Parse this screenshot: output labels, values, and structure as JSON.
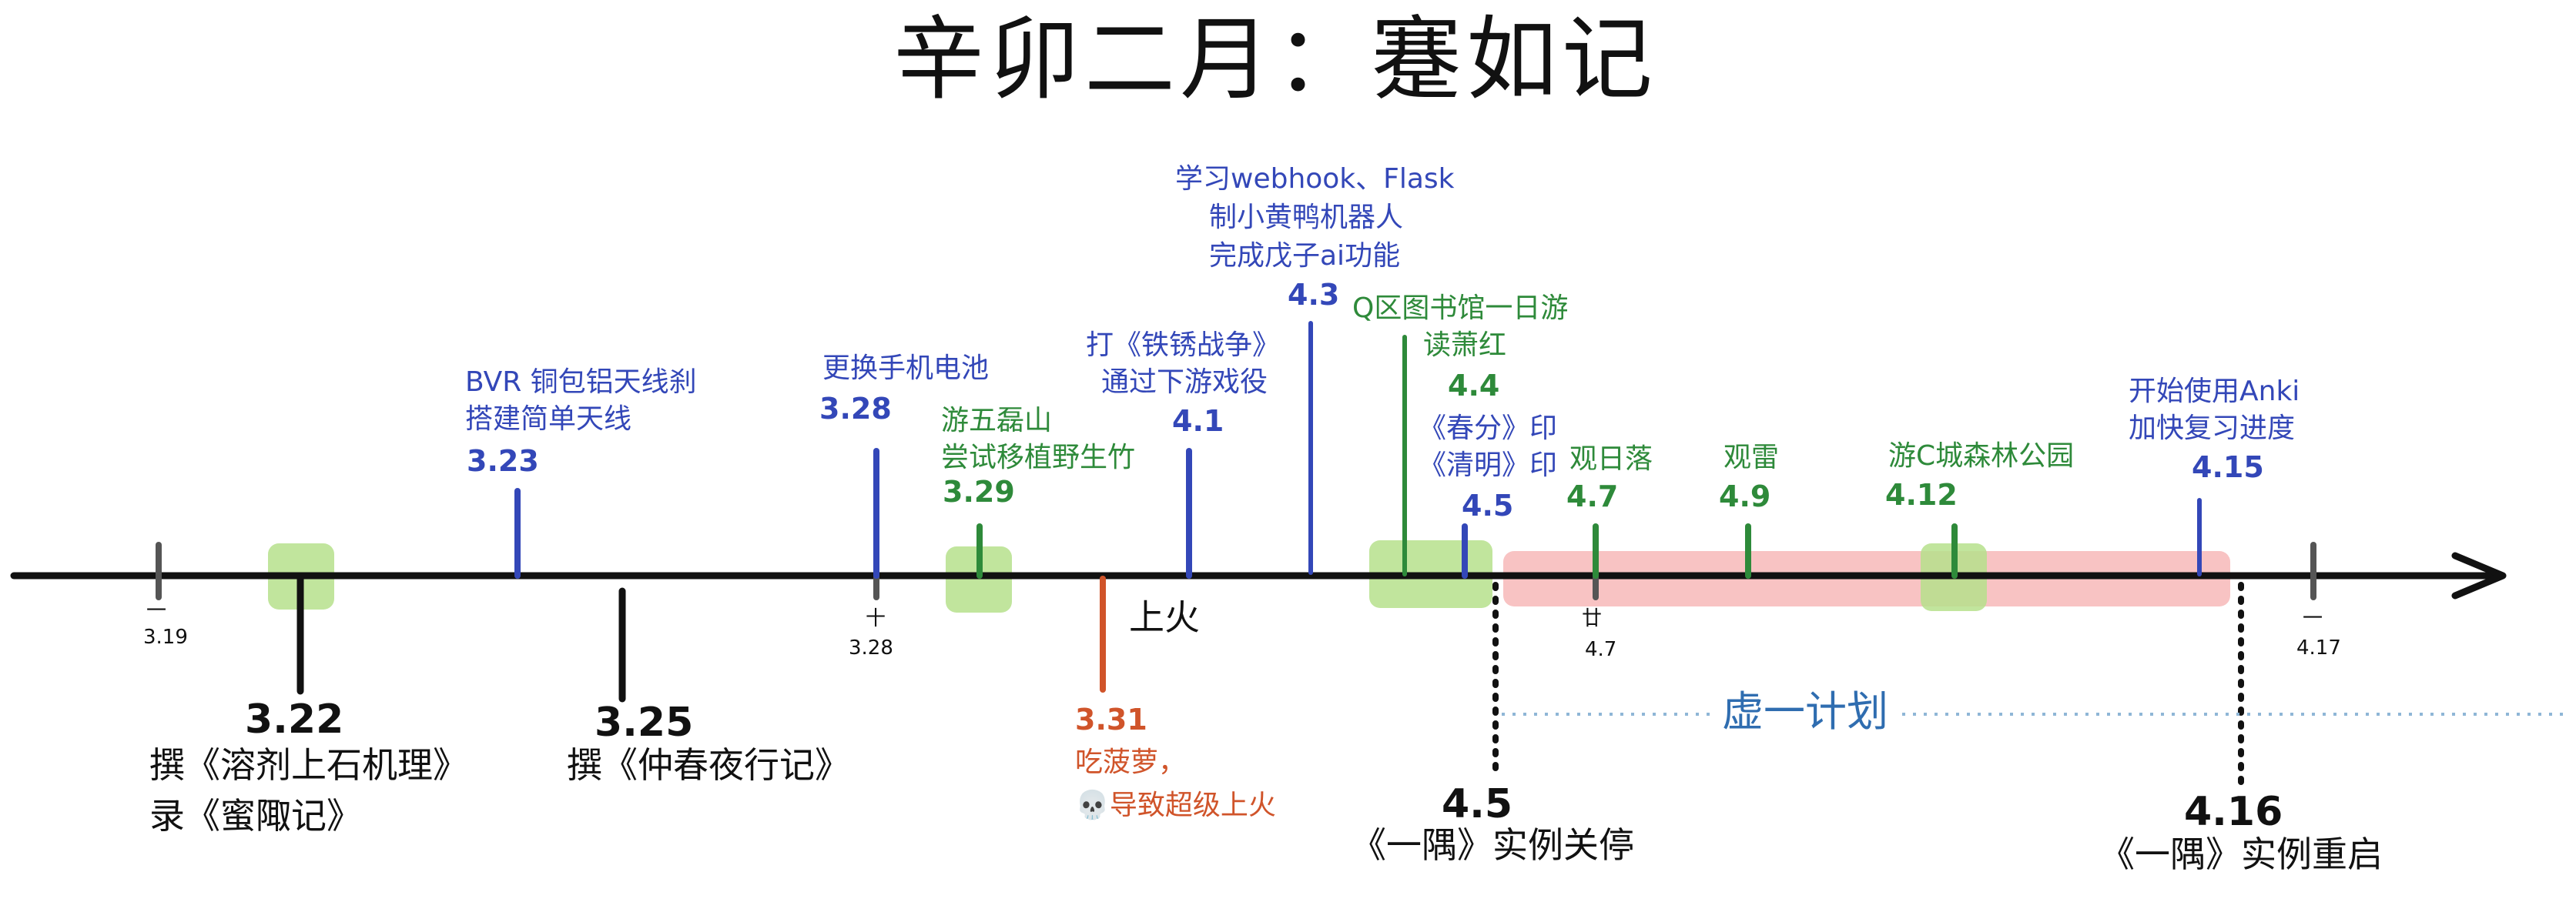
{
  "title": "辛卯二月：蹇如记",
  "axis_ticks": [
    {
      "mark": "一",
      "date": "3.19"
    },
    {
      "mark": "十",
      "date": "3.28"
    },
    {
      "mark": "廿",
      "date": "4.7"
    },
    {
      "mark": "一",
      "date": "4.17"
    }
  ],
  "events_above": [
    {
      "date": "3.23",
      "lines": [
        "BVR 铜包铝天线刹",
        "搭建简单天线"
      ],
      "color": "#3347b8"
    },
    {
      "date": "3.28",
      "lines": [
        "更换手机电池"
      ],
      "color": "#3347b8"
    },
    {
      "date": "3.29",
      "lines": [
        "游五磊山",
        "尝试移植野生竹"
      ],
      "color": "#2e8a3a"
    },
    {
      "date": "4.1",
      "lines": [
        "打《铁锈战争》",
        "通过下游戏役"
      ],
      "color": "#3347b8"
    },
    {
      "date": "4.3",
      "lines": [
        "学习webhook、Flask",
        "制小黄鸭机器人",
        "完成戊子ai功能"
      ],
      "color": "#3347b8"
    },
    {
      "date": "4.4",
      "lines": [
        "Q区图书馆一日游",
        "读萧红"
      ],
      "color": "#2e8a3a"
    },
    {
      "date": "4.5",
      "lines": [
        "《春分》印",
        "《清明》印"
      ],
      "color": "#3347b8"
    },
    {
      "date": "4.7",
      "lines": [
        "观日落"
      ],
      "color": "#2e8a3a"
    },
    {
      "date": "4.9",
      "lines": [
        "观雷"
      ],
      "color": "#2e8a3a"
    },
    {
      "date": "4.12",
      "lines": [
        "游C城森林公园"
      ],
      "color": "#2e8a3a"
    },
    {
      "date": "4.15",
      "lines": [
        "开始使用Anki",
        "加快复习进度"
      ],
      "color": "#3347b8"
    }
  ],
  "events_below": [
    {
      "date": "3.22",
      "lines": [
        "撰《溶剂上石机理》",
        "录《蜜陬记》"
      ]
    },
    {
      "date": "3.25",
      "lines": [
        "撰《仲春夜行记》"
      ]
    },
    {
      "date": "3.31",
      "lines": [
        "吃菠萝，",
        "💀导致超级上火"
      ],
      "color": "#d0542a"
    },
    {
      "date": "4.5",
      "lines": [
        "《一隅》实例关停"
      ]
    },
    {
      "date": "4.16",
      "lines": [
        "《一隅》实例重启"
      ]
    }
  ],
  "side_note": "上火",
  "span_label": "虚一计划",
  "colors": {
    "axis": "#111111",
    "highlight_green": "#b6e08c",
    "span_red": "#f5a9a9",
    "dotted": "#8fb6d6"
  }
}
